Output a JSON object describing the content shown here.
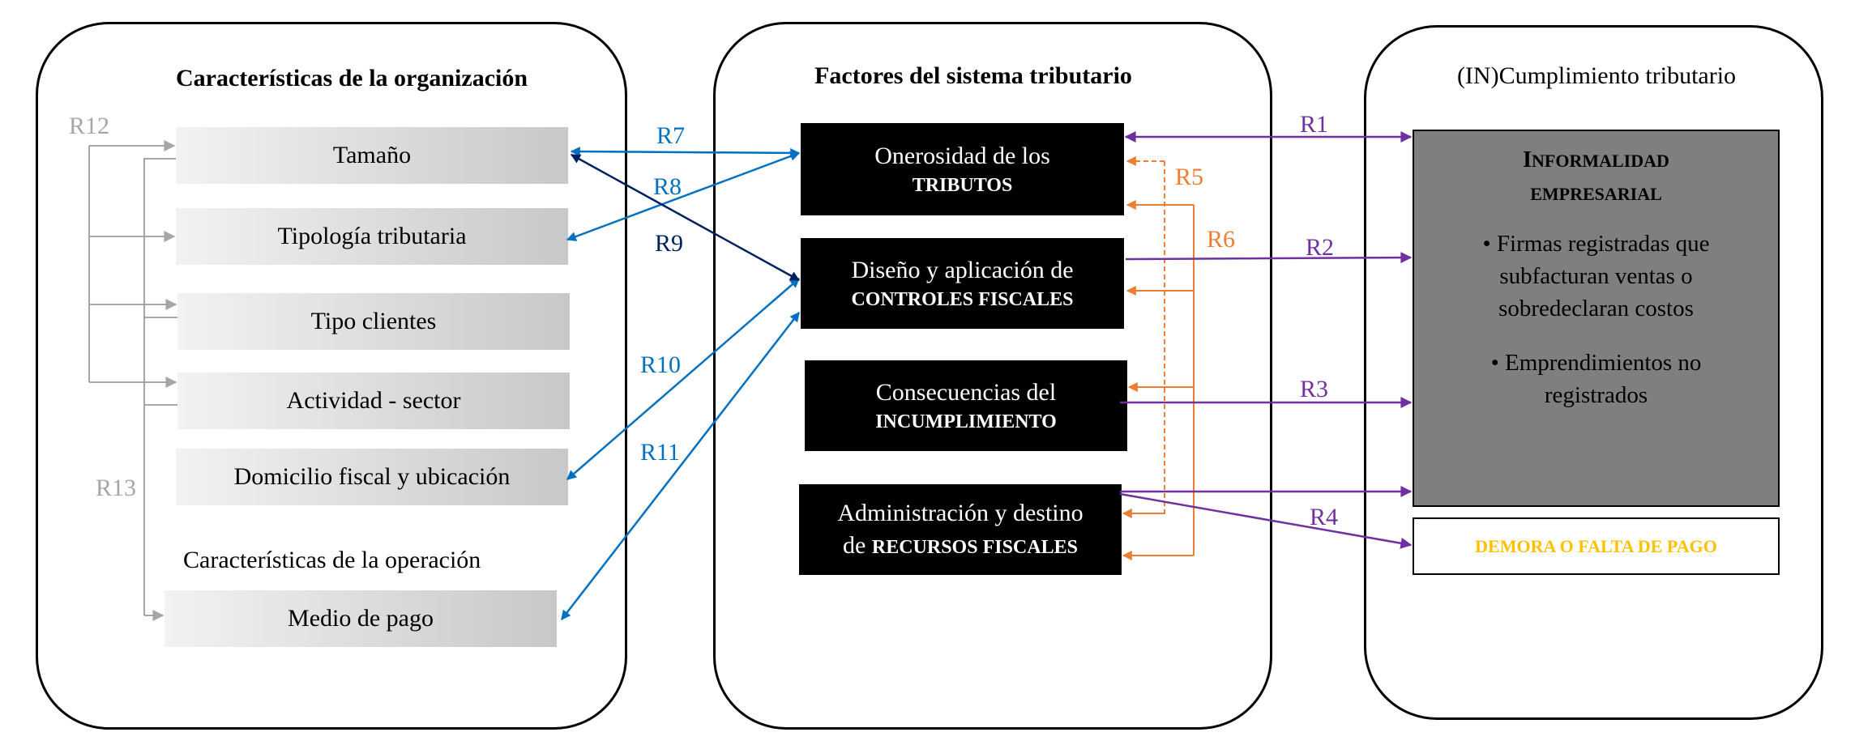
{
  "panels": {
    "left_title": "Características de la organización",
    "middle_title": "Factores del sistema tributario",
    "right_title": "(IN)Cumplimiento tributario"
  },
  "org_items": {
    "tamano": "Tamaño",
    "tipologia": "Tipología tributaria",
    "clientes": "Tipo clientes",
    "actividad": "Actividad - sector",
    "domicilio": "Domicilio fiscal y ubicación",
    "operacion_label": "Características de la operación",
    "medio_pago": "Medio de pago"
  },
  "factors": {
    "onerosidad": {
      "line1": "Onerosidad de los",
      "line2": "TRIBUTOS"
    },
    "diseno": {
      "line1": "Diseño y aplicación de",
      "line2": "CONTROLES FISCALES"
    },
    "consecuencias": {
      "line1": "Consecuencias del",
      "line2": "INCUMPLIMIENTO"
    },
    "administracion": {
      "line1": "Administración y destino",
      "line2a": "de",
      "line2b": "RECURSOS FISCALES"
    }
  },
  "outcomes": {
    "informalidad_i": "I",
    "informalidad_rest1": "NFORMALIDAD",
    "informalidad_line2": "EMPRESARIAL",
    "bullet1": [
      "• Firmas registradas que",
      "subfacturan ventas o",
      "sobredeclaran costos"
    ],
    "bullet2": [
      "• Emprendimientos no",
      "registrados"
    ],
    "demora": "DEMORA O FALTA DE PAGO"
  },
  "relations": {
    "r1": "R1",
    "r2": "R2",
    "r3": "R3",
    "r4": "R4",
    "r5": "R5",
    "r6": "R6",
    "r7": "R7",
    "r8": "R8",
    "r9": "R9",
    "r10": "R10",
    "r11": "R11",
    "r12": "R12",
    "r13": "R13"
  },
  "colors": {
    "org_relations": "#a6a6a6",
    "org_factor_relations": "#0070c0",
    "r9": "#002060",
    "factor_internal": "#ed7d31",
    "factor_outcome": "#7030a0",
    "demora_text": "#ffc000",
    "informalidad_fill": "#7f7f7f"
  }
}
